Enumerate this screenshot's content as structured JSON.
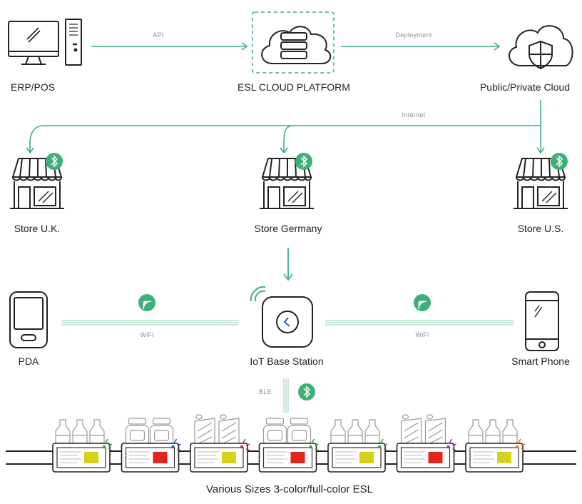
{
  "nodes": {
    "erp": "ERP/POS",
    "platform": "ESL CLOUD PLATFORM",
    "cloud": "Public/Private Cloud",
    "store_uk": "Store U.K.",
    "store_de": "Store Germany",
    "store_us": "Store U.S.",
    "pda": "PDA",
    "base": "IoT Base Station",
    "phone": "Smart Phone"
  },
  "edges": {
    "api": "API",
    "deployment": "Deployment",
    "internet": "Internet",
    "wifi_left": "WiFi",
    "wifi_right": "WiFi",
    "ble": "BLE"
  },
  "caption": "Various Sizes 3-color/full-color ESL",
  "colors": {
    "accent": "#3db07a",
    "line": "#222222",
    "tag_yellow": "#d4d21a",
    "tag_red": "#e0241e"
  },
  "esl_tags": [
    {
      "product": "bottles",
      "color": "yellow",
      "led": "#3aa04a"
    },
    {
      "product": "jars",
      "color": "red",
      "led": "#2a5cb0"
    },
    {
      "product": "cans",
      "color": "yellow",
      "led": "#c0287a"
    },
    {
      "product": "jars",
      "color": "red",
      "led": "#3aa04a"
    },
    {
      "product": "bottles",
      "color": "yellow",
      "led": "#3aa04a"
    },
    {
      "product": "cans",
      "color": "red",
      "led": "#8a3aa8"
    },
    {
      "product": "bottles",
      "color": "yellow",
      "led": "#e07a1e"
    }
  ]
}
